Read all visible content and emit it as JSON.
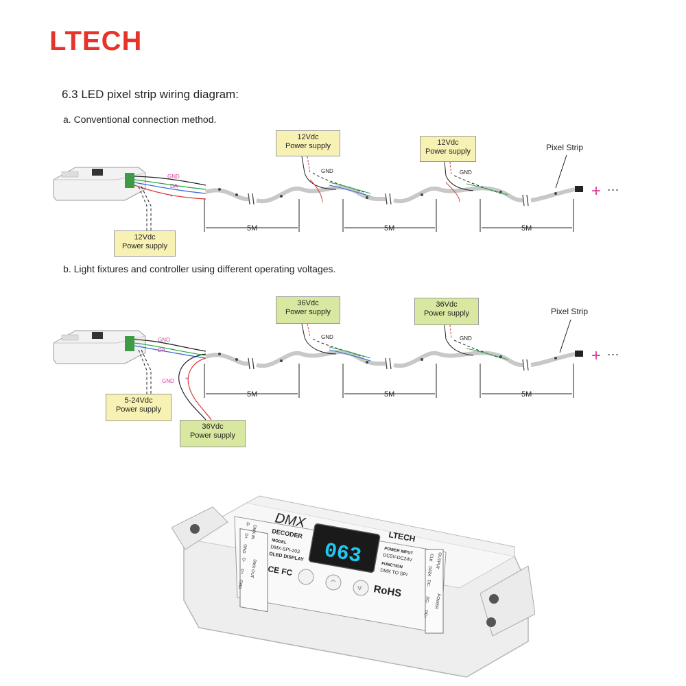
{
  "brand": {
    "logo": "LTECH",
    "color": "#e8332a"
  },
  "section": {
    "heading": "6.3 LED pixel strip wiring diagram:",
    "method_a": "a.  Conventional connection method.",
    "method_b": "b.  Light fixtures and controller using different operating voltages."
  },
  "diagram_a": {
    "supply_top_1": {
      "line1": "12Vdc",
      "line2": "Power supply"
    },
    "supply_top_2": {
      "line1": "12Vdc",
      "line2": "Power supply"
    },
    "supply_controller": {
      "line1": "12Vdc",
      "line2": "Power supply"
    },
    "strip_label": "Pixel Strip",
    "wire_labels": {
      "gnd": "GND",
      "da": "DA",
      "plus": "+",
      "minus": "-"
    },
    "segments": [
      "5M",
      "5M",
      "5M"
    ]
  },
  "diagram_b": {
    "supply_top_1": {
      "line1": "36Vdc",
      "line2": "Power supply"
    },
    "supply_top_2": {
      "line1": "36Vdc",
      "line2": "Power supply"
    },
    "supply_controller": {
      "line1": "5-24Vdc",
      "line2": "Power supply"
    },
    "supply_strip": {
      "line1": "36Vdc",
      "line2": "Power supply"
    },
    "strip_label": "Pixel Strip",
    "wire_labels": {
      "gnd": "GND",
      "da": "DA",
      "plus": "+",
      "minus": "-"
    },
    "segments": [
      "5M",
      "5M",
      "5M"
    ]
  },
  "device": {
    "title": "DMX",
    "subtitle": "DECODER",
    "model_label": "MODEL",
    "model": "DMX-SPI-203",
    "display_type": "OLED DISPLAY",
    "display_value": "063",
    "brand": "LTECH",
    "power_input_label": "POWER INPUT",
    "power_input": "DC5V-DC24V",
    "function_label": "FUNCTION",
    "function": "DMX TO SPI",
    "cert": "CE FC",
    "rohs": "RoHS",
    "left_terminals": [
      "D-",
      "D+",
      "GND",
      "D-",
      "D+",
      "GND"
    ],
    "left_groups": [
      "DMX IN",
      "DMX OUT"
    ],
    "right_terminals": [
      "CLK",
      "DATA",
      "DC-",
      "DC-",
      "DC+"
    ],
    "right_groups": [
      "OUTPUT",
      "POWER"
    ]
  },
  "colors": {
    "wire_red": "#d83a3a",
    "wire_green": "#2aa84a",
    "wire_blue": "#3a6ad8",
    "wire_black": "#222222",
    "plus_magenta": "#e0309a"
  }
}
